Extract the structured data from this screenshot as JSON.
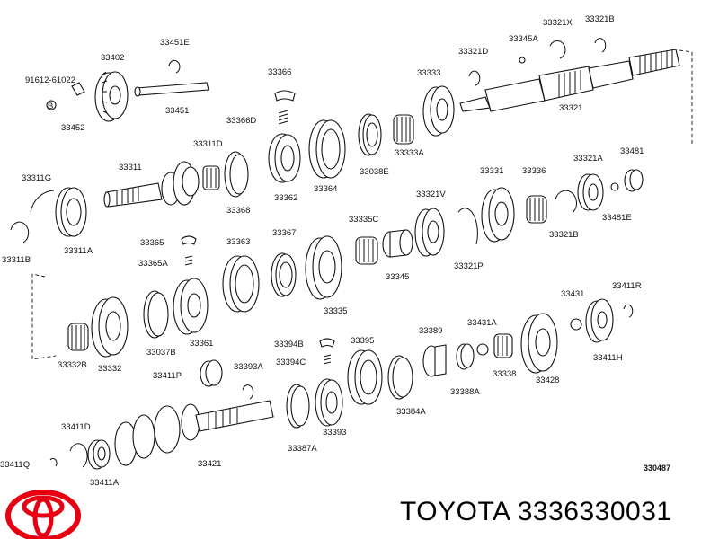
{
  "labels": [
    {
      "id": "l-33402",
      "text": "33402"
    },
    {
      "id": "l-33451E",
      "text": "33451E"
    },
    {
      "id": "l-91612",
      "text": "91612-61022"
    },
    {
      "id": "l-B",
      "text": "B"
    },
    {
      "id": "l-33452",
      "text": "33452"
    },
    {
      "id": "l-33451",
      "text": "33451"
    },
    {
      "id": "l-33366",
      "text": "33366"
    },
    {
      "id": "l-33366D",
      "text": "33366D"
    },
    {
      "id": "l-33333",
      "text": "33333"
    },
    {
      "id": "l-33321D",
      "text": "33321D"
    },
    {
      "id": "l-33345A",
      "text": "33345A"
    },
    {
      "id": "l-33321X",
      "text": "33321X"
    },
    {
      "id": "l-33321B",
      "text": "33321B"
    },
    {
      "id": "l-33321",
      "text": "33321"
    },
    {
      "id": "l-33311D",
      "text": "33311D"
    },
    {
      "id": "l-33311",
      "text": "33311"
    },
    {
      "id": "l-33311G",
      "text": "33311G"
    },
    {
      "id": "l-33362",
      "text": "33362"
    },
    {
      "id": "l-33364",
      "text": "33364"
    },
    {
      "id": "l-33038E",
      "text": "33038E"
    },
    {
      "id": "l-33333A",
      "text": "33333A"
    },
    {
      "id": "l-33368",
      "text": "33368"
    },
    {
      "id": "l-33331",
      "text": "33331"
    },
    {
      "id": "l-33336",
      "text": "33336"
    },
    {
      "id": "l-33321A",
      "text": "33321A"
    },
    {
      "id": "l-33481",
      "text": "33481"
    },
    {
      "id": "l-33481E",
      "text": "33481E"
    },
    {
      "id": "l-33321V",
      "text": "33321V"
    },
    {
      "id": "l-33335C",
      "text": "33335C"
    },
    {
      "id": "l-33321B-2",
      "text": "33321B"
    },
    {
      "id": "l-33321P",
      "text": "33321P"
    },
    {
      "id": "l-33311A",
      "text": "33311A"
    },
    {
      "id": "l-33311B",
      "text": "33311B"
    },
    {
      "id": "l-33365",
      "text": "33365"
    },
    {
      "id": "l-33365A",
      "text": "33365A"
    },
    {
      "id": "l-33363",
      "text": "33363"
    },
    {
      "id": "l-33367",
      "text": "33367"
    },
    {
      "id": "l-33345",
      "text": "33345"
    },
    {
      "id": "l-33335",
      "text": "33335"
    },
    {
      "id": "l-33361",
      "text": "33361"
    },
    {
      "id": "l-33037B",
      "text": "33037B"
    },
    {
      "id": "l-33332B",
      "text": "33332B"
    },
    {
      "id": "l-33332",
      "text": "33332"
    },
    {
      "id": "l-33431",
      "text": "33431"
    },
    {
      "id": "l-33411R",
      "text": "33411R"
    },
    {
      "id": "l-33431A",
      "text": "33431A"
    },
    {
      "id": "l-33389",
      "text": "33389"
    },
    {
      "id": "l-33394B",
      "text": "33394B"
    },
    {
      "id": "l-33395",
      "text": "33395"
    },
    {
      "id": "l-33394C",
      "text": "33394C"
    },
    {
      "id": "l-33411P",
      "text": "33411P"
    },
    {
      "id": "l-33393A",
      "text": "33393A"
    },
    {
      "id": "l-33411H",
      "text": "33411H"
    },
    {
      "id": "l-33338",
      "text": "33338"
    },
    {
      "id": "l-33428",
      "text": "33428"
    },
    {
      "id": "l-33388A",
      "text": "33388A"
    },
    {
      "id": "l-33384A",
      "text": "33384A"
    },
    {
      "id": "l-33393",
      "text": "33393"
    },
    {
      "id": "l-33387A",
      "text": "33387A"
    },
    {
      "id": "l-33421",
      "text": "33421"
    },
    {
      "id": "l-33411D",
      "text": "33411D"
    },
    {
      "id": "l-33411Q",
      "text": "33411Q"
    },
    {
      "id": "l-33411A",
      "text": "33411A"
    }
  ],
  "diagram_code": "330487",
  "caption": "TOYOTA 3336330031",
  "colors": {
    "logo": "#e60012",
    "ink": "#111111"
  }
}
